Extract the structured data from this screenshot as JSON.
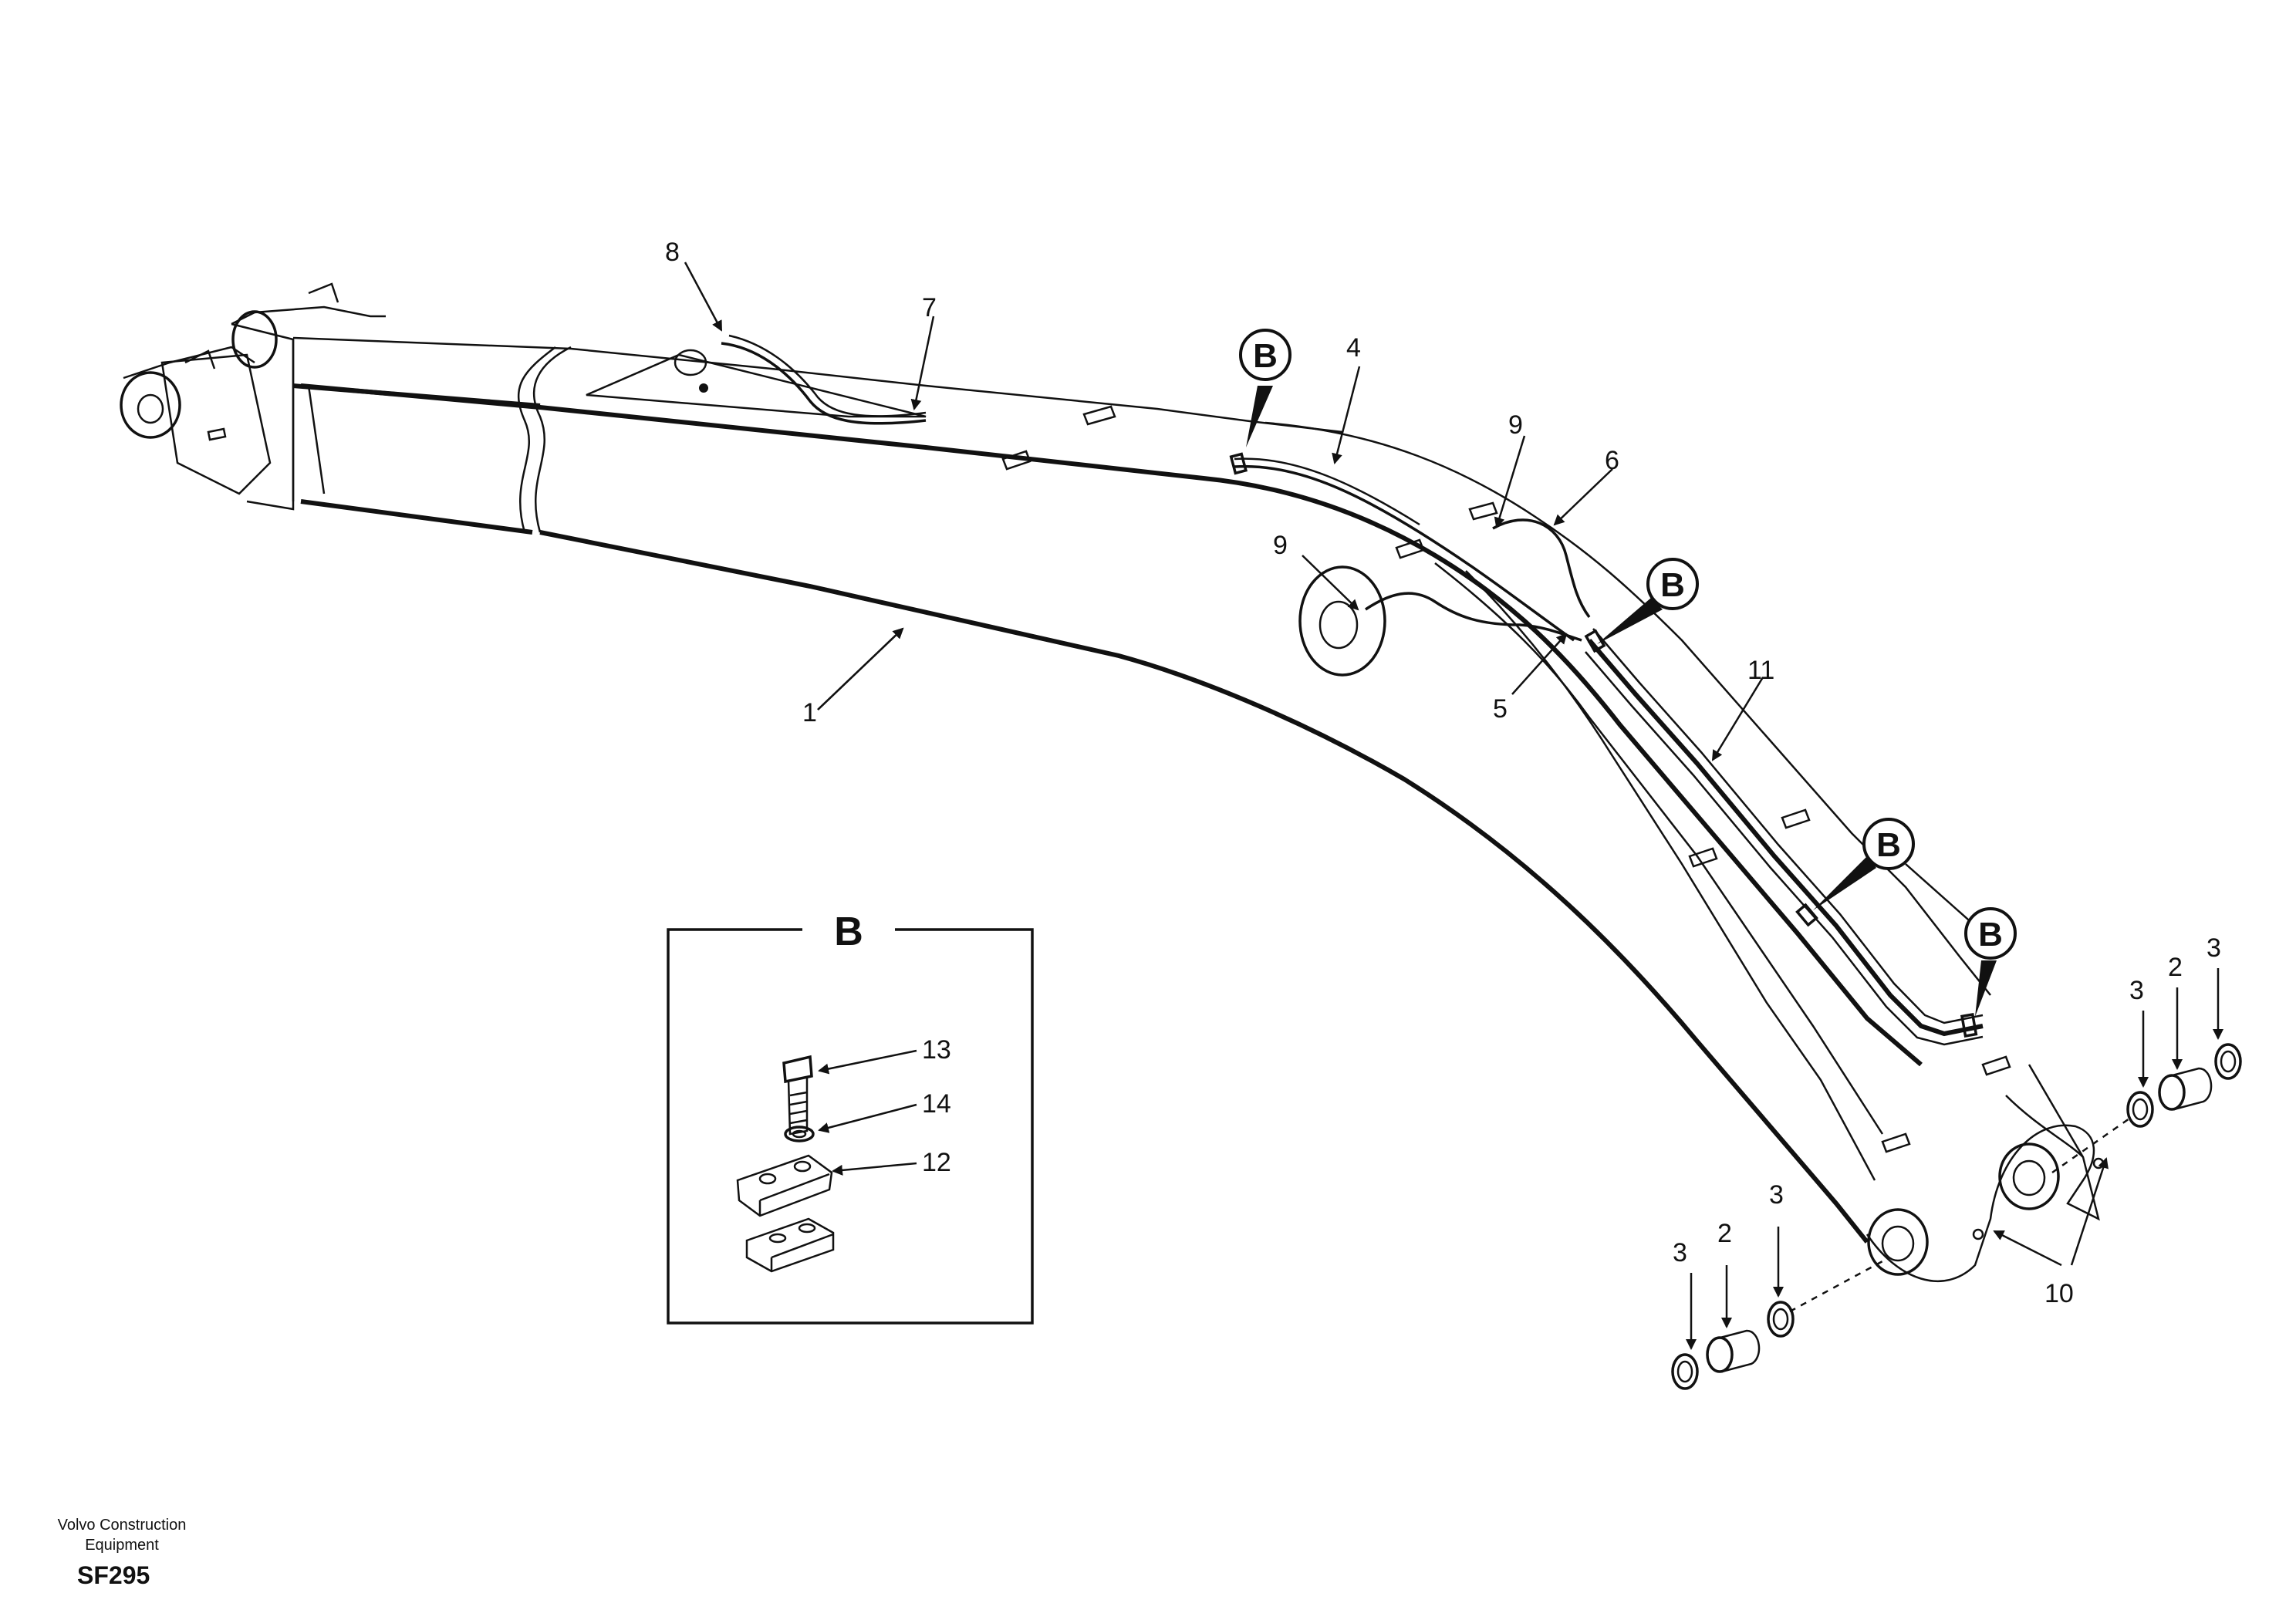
{
  "callouts": {
    "c1": "1",
    "c2a": "2",
    "c2b": "2",
    "c3a": "3",
    "c3b": "3",
    "c3c": "3",
    "c3d": "3",
    "c4": "4",
    "c5": "5",
    "c6": "6",
    "c7": "7",
    "c8": "8",
    "c9a": "9",
    "c9b": "9",
    "c10": "10",
    "c11": "11",
    "c12": "12",
    "c13": "13",
    "c14": "14"
  },
  "detail_markers": [
    "B",
    "B",
    "B",
    "B"
  ],
  "inset": {
    "title": "B"
  },
  "footer": {
    "manufacturer_line1": "Volvo Construction",
    "manufacturer_line2": "Equipment",
    "code": "SF295"
  }
}
